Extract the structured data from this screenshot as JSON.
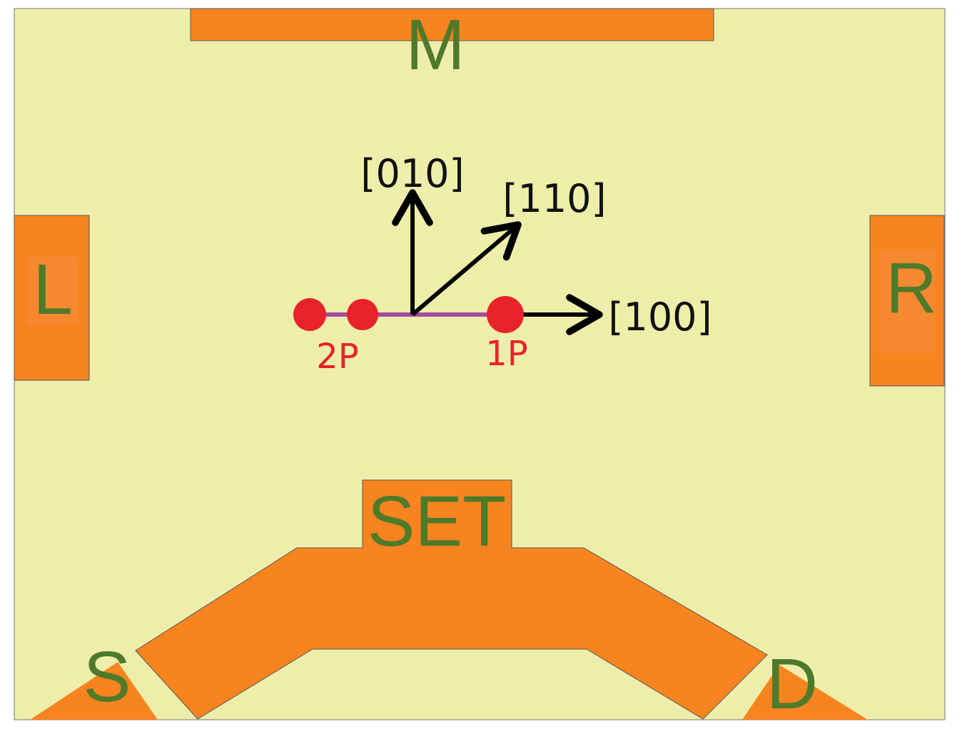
{
  "gates": {
    "M": "M",
    "L": "L",
    "R": "R",
    "SET": "SET",
    "S": "S",
    "D": "D"
  },
  "axes": {
    "x": "[100]",
    "y": "[010]",
    "diag": "[110]"
  },
  "dots": {
    "left": "2P",
    "right": "1P"
  },
  "colors": {
    "background": "#eeeeaa",
    "gate": "#f7841f",
    "gate_label": "#4e7a2a",
    "dot": "#e8222a",
    "link": "#a44ca0",
    "arrow": "#000000"
  }
}
